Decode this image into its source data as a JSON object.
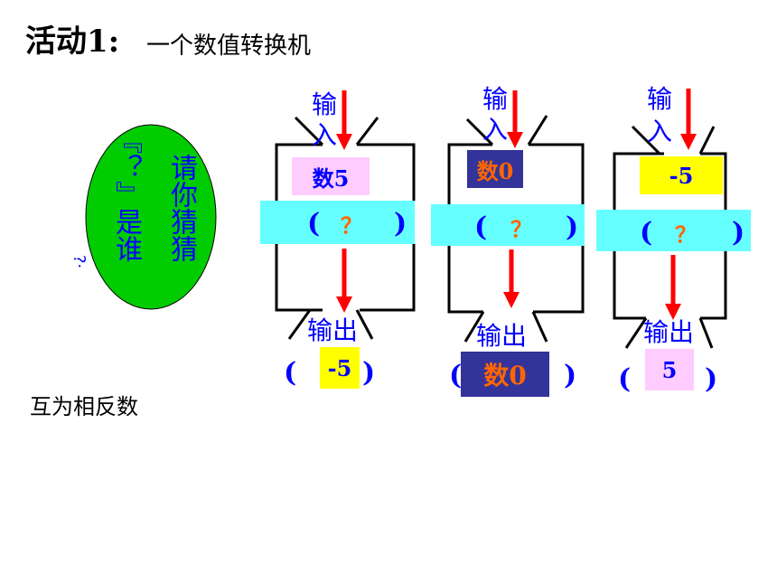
{
  "title": {
    "main": "活动1:",
    "sub": "一个数值转换机"
  },
  "bubble": {
    "col1": "请你猜猜",
    "col2": "『？』是谁",
    "col3": "?·"
  },
  "note": "互为相反数",
  "machines": [
    {
      "input_label_top": "输",
      "input_label_bottom": "入",
      "input_value": "数5",
      "process": "？",
      "paren_open": "(",
      "paren_close": ")",
      "output_label": "输出",
      "output_value": "-5",
      "input_box_color": "#ffccff",
      "input_text_color": "#0000ff",
      "output_box_color": "#ffff00",
      "output_text_color": "#0000ff"
    },
    {
      "input_label_top": "输",
      "input_label_bottom": "入",
      "input_value": "数0",
      "process": "？",
      "paren_open": "(",
      "paren_close": ")",
      "output_label": "输出",
      "output_value": "数0",
      "input_box_color": "#333399",
      "input_text_color": "#ff6600",
      "output_box_color": "#333399",
      "output_text_color": "#ff6600"
    },
    {
      "input_label_top": "输",
      "input_label_bottom": "入",
      "input_value": "-5",
      "process": "？",
      "paren_open": "(",
      "paren_close": ")",
      "output_label": "输出",
      "output_value": "5",
      "input_box_color": "#ffff00",
      "input_text_color": "#0000ff",
      "output_box_color": "#ffccff",
      "output_text_color": "#0000ff"
    }
  ],
  "colors": {
    "band": "#66ffff",
    "arrow": "#ff0000",
    "bubble": "#00cc00",
    "frame": "#000000"
  }
}
